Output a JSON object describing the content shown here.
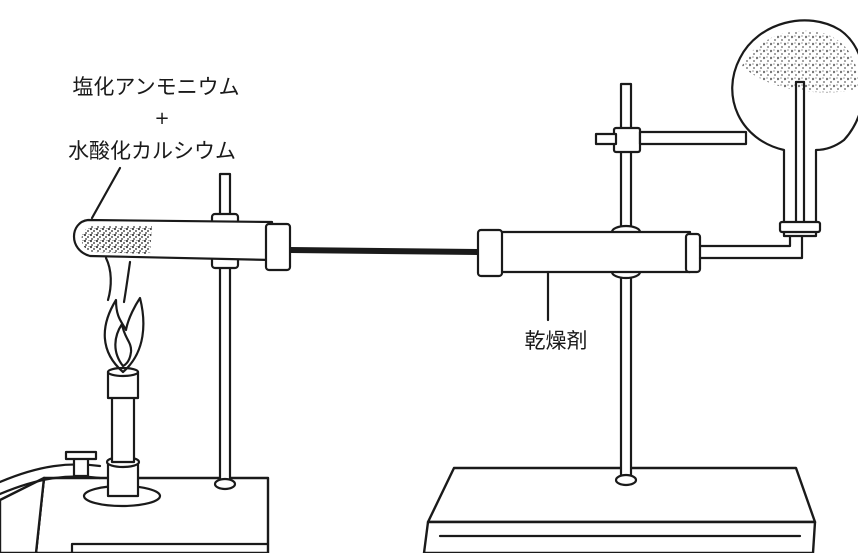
{
  "labels": {
    "reagent_line1": "塩化アンモニウム",
    "reagent_plus": "+",
    "reagent_line2": "水酸化カルシウム",
    "drying_agent": "乾燥剤"
  },
  "colors": {
    "ink": "#1a1a1a",
    "paper": "#ffffff",
    "stipple": "#555555"
  }
}
